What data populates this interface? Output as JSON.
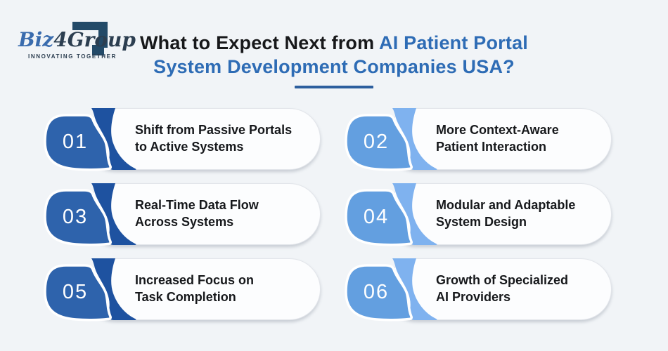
{
  "page": {
    "bg": "#f1f4f7"
  },
  "logo": {
    "brand_biz": "Biz",
    "brand_four": "4",
    "brand_group": "Group",
    "tagline": "INNOVATING TOGETHER",
    "colors": {
      "blue": "#3a6cae",
      "dark": "#2c3e50",
      "mark": "#234a68"
    }
  },
  "header": {
    "title_dark": "What to Expect Next from",
    "title_blue_line1": "AI Patient Portal",
    "title_blue_line2": "System Development Companies USA?",
    "colors": {
      "dark_text": "#17181a",
      "blue_text": "#2e6cb5",
      "underline": "#2d5f9e"
    }
  },
  "cards": [
    {
      "number": "01",
      "theme": "dark",
      "text": "Shift from Passive Portals\nto Active Systems"
    },
    {
      "number": "02",
      "theme": "light",
      "text": "More Context-Aware\nPatient Interaction"
    },
    {
      "number": "03",
      "theme": "dark",
      "text": "Real-Time Data Flow\nAcross Systems"
    },
    {
      "number": "04",
      "theme": "light",
      "text": "Modular and Adaptable\nSystem Design"
    },
    {
      "number": "05",
      "theme": "dark",
      "text": "Increased Focus on\nTask Completion"
    },
    {
      "number": "06",
      "theme": "light",
      "text": "Growth of Specialized\nAI Providers"
    }
  ],
  "theme_colors": {
    "dark": {
      "badge": "#2e63ac",
      "ribbon": "#1e52a0"
    },
    "light": {
      "badge": "#639fe0",
      "ribbon": "#7fb2ef"
    }
  }
}
